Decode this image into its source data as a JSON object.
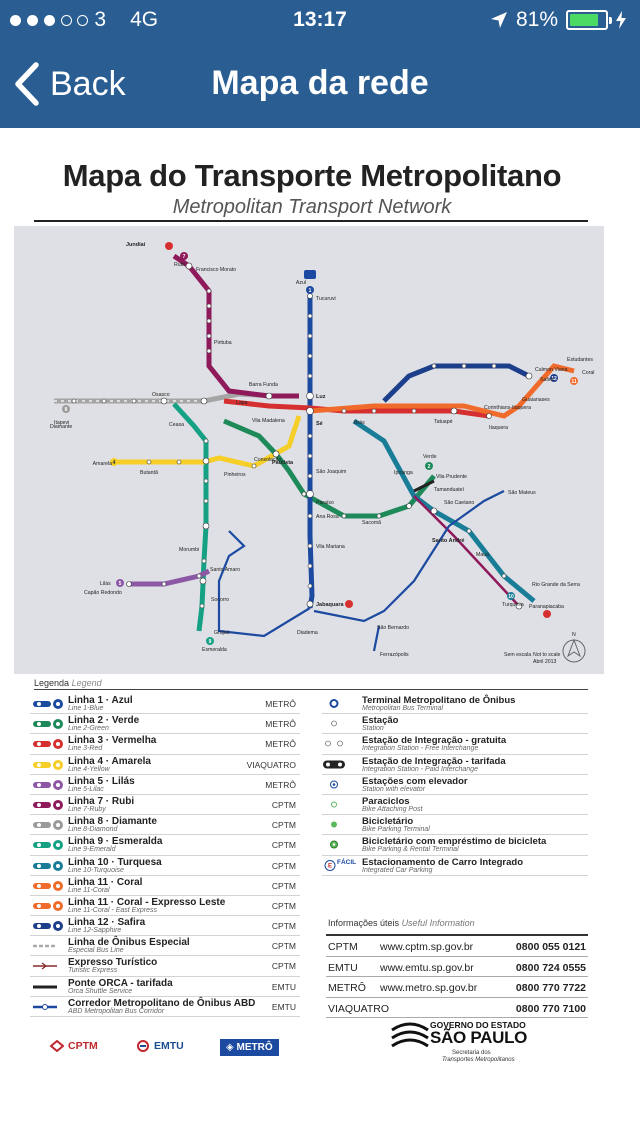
{
  "status_bar": {
    "carrier": "3",
    "network": "4G",
    "time": "13:17",
    "battery": "81%",
    "battery_level": 0.81
  },
  "nav": {
    "back_label": "Back",
    "title": "Mapa da rede"
  },
  "map": {
    "title": "Mapa do Transporte Metropolitano",
    "subtitle": "Metropolitan Transport Network"
  },
  "legend": {
    "title": "Legenda",
    "title_en": "Legend",
    "lines": [
      {
        "name": "Linha 1 · Azul",
        "sub": "Line 1-Blue",
        "operator": "METRÔ",
        "color": "#1c4aa0",
        "num": "1"
      },
      {
        "name": "Linha 2 · Verde",
        "sub": "Line 2-Green",
        "operator": "METRÔ",
        "color": "#1e8a5a",
        "num": "2"
      },
      {
        "name": "Linha 3 · Vermelha",
        "sub": "Line 3-Red",
        "operator": "METRÔ",
        "color": "#d62f30",
        "num": "3"
      },
      {
        "name": "Linha 4 · Amarela",
        "sub": "Line 4-Yellow",
        "operator": "VIAQUATRO",
        "color": "#f5cf27",
        "num": "4"
      },
      {
        "name": "Linha 5 · Lilás",
        "sub": "Line 5-Lilac",
        "operator": "METRÔ",
        "color": "#8c58a6",
        "num": "5"
      },
      {
        "name": "Linha 7 · Rubi",
        "sub": "Line 7-Ruby",
        "operator": "CPTM",
        "color": "#8e1a5c",
        "num": "7"
      },
      {
        "name": "Linha 8 · Diamante",
        "sub": "Line 8-Diamond",
        "operator": "CPTM",
        "color": "#9a9a9a",
        "num": "8"
      },
      {
        "name": "Linha 9 · Esmeralda",
        "sub": "Line 9-Emerald",
        "operator": "CPTM",
        "color": "#15a184",
        "num": "9"
      },
      {
        "name": "Linha 10 · Turquesa",
        "sub": "Line 10-Turquoise",
        "operator": "CPTM",
        "color": "#1a7d98",
        "num": "10"
      },
      {
        "name": "Linha 11 · Coral",
        "sub": "Line 11-Coral",
        "operator": "CPTM",
        "color": "#f06b2b",
        "num": "11"
      },
      {
        "name": "Linha 11 · Coral - Expresso Leste",
        "sub": "Line 11-Coral - East Express",
        "operator": "CPTM",
        "color": "#f06b2b",
        "num": "11"
      },
      {
        "name": "Linha 12 · Safira",
        "sub": "Line 12-Sapphire",
        "operator": "CPTM",
        "color": "#1d3e8a",
        "num": "12"
      },
      {
        "name": "Linha de Ônibus Especial",
        "sub": "Especial Bus Line",
        "operator": "CPTM",
        "color": "#aaaaaa",
        "num": ""
      },
      {
        "name": "Expresso Turístico",
        "sub": "Turistic Express",
        "operator": "CPTM",
        "color": "#8a2b2b",
        "num": ""
      },
      {
        "name": "Ponte ORCA - tarifada",
        "sub": "Orca Shuttle Service",
        "operator": "EMTU",
        "color": "#222222",
        "num": ""
      },
      {
        "name": "Corredor Metropolitano de Ônibus ABD",
        "sub": "ABD Metropolitan Bus Corridor",
        "operator": "EMTU",
        "color": "#1c4aa0",
        "num": ""
      }
    ],
    "symbols": [
      {
        "name": "Terminal Metropolitano de Ônibus",
        "sub": "Metropolitan Bus Terminal"
      },
      {
        "name": "Estação",
        "sub": "Station"
      },
      {
        "name": "Estação de Integração - gratuita",
        "sub": "Integration Station - Free Interchange"
      },
      {
        "name": "Estação de Integração - tarifada",
        "sub": "Integration Station - Paid Interchange"
      },
      {
        "name": "Estações com elevador",
        "sub": "Station with elevator"
      },
      {
        "name": "Paraciclos",
        "sub": "Bike Attaching Post"
      },
      {
        "name": "Bicicletário",
        "sub": "Bike Parking Terminal"
      },
      {
        "name": "Bicicletário com empréstimo de  bicicleta",
        "sub": "Bike Parking & Rental Terminal"
      },
      {
        "name": "Estacionamento de Carro Integrado",
        "sub": "Integrated Car Parking",
        "tag": "FÁCIL"
      }
    ]
  },
  "info": {
    "title": "Informações úteis",
    "title_en": "Useful Information",
    "rows": [
      {
        "org": "CPTM",
        "url": "www.cptm.sp.gov.br",
        "phone": "0800 055 0121"
      },
      {
        "org": "EMTU",
        "url": "www.emtu.sp.gov.br",
        "phone": "0800 724 0555"
      },
      {
        "org": "METRÔ",
        "url": "www.metro.sp.gov.br",
        "phone": "0800 770 7722"
      },
      {
        "org": "VIAQUATRO",
        "url": "",
        "phone": "0800 770 7100"
      }
    ]
  },
  "logos": {
    "cptm": "CPTM",
    "emtu": "EMTU",
    "metro": "METRÔ",
    "gov_line1": "GOVERNO DO ESTADO",
    "gov_line2": "SÃO PAULO",
    "gov_line3": "Secretaria dos",
    "gov_line4": "Transportes Metropolitanos"
  },
  "map_labels": {
    "north": "N",
    "jundiai": "Jundiaí",
    "francisco_morato": "Francisco Morato",
    "luz": "Luz",
    "se": "Sé",
    "paraiso": "Paraíso",
    "jabaquara": "Jabaquara",
    "tucuruvi": "Tucuruvi",
    "grajau": "Grajaú",
    "itapevi": "Itapevi",
    "osasco": "Osasco",
    "barra_funda": "Barra Funda",
    "bras": "Brás",
    "tatuape": "Tatuapé",
    "itaquera": "Itaquera",
    "guaianases": "Guaianases",
    "vila_prudente": "Vila Prudente",
    "tamanduatei": "Tamanduateí",
    "santo_andre": "Santo André",
    "maua": "Mauá",
    "rio_grande": "Rio Grande da Serra",
    "paranapiacaba": "Paranapiacaba",
    "butanta": "Butantã",
    "paulista": "Paulista",
    "consolacao": "Consolação",
    "pinheiros": "Pinheiros",
    "capao_redondo": "Capão Redondo",
    "santo_amaro": "Santo Amaro",
    "socorro": "Socorro",
    "morumbi": "Morumbi",
    "ceasa": "Ceasa",
    "sao_bernardo": "São Bernardo",
    "diadema": "Diadema",
    "ferrazopolis": "Ferrazópolis",
    "sao_mateus": "São Mateus",
    "calmon_viana": "Calmon Viana",
    "estudantes": "Estudantes",
    "vila_madalena": "Vila Madalena",
    "sao_joaquim": "São Joaquim",
    "ana_rosa": "Ana Rosa",
    "vila_mariana": "Vila Mariana",
    "sacoma": "Sacomã",
    "ipiranga": "Ipiranga",
    "sao_caetano": "São Caetano",
    "lapa": "Lapa",
    "pirituba": "Pirituba",
    "corinthians": "Corinthians-Itaquera",
    "scale": "Sem escala",
    "scale_en": "Not to scale",
    "date": "Abril 2013",
    "label_azul": "Azul",
    "label_verde": "Verde",
    "label_lilas": "Lilás",
    "label_coral": "Coral",
    "label_safira": "Safira",
    "label_rubi": "Rubi",
    "label_turquesa": "Turquesa",
    "label_amarela": "Amarela",
    "label_diamante": "Diamante",
    "label_esmeralda": "Esmeralda"
  }
}
